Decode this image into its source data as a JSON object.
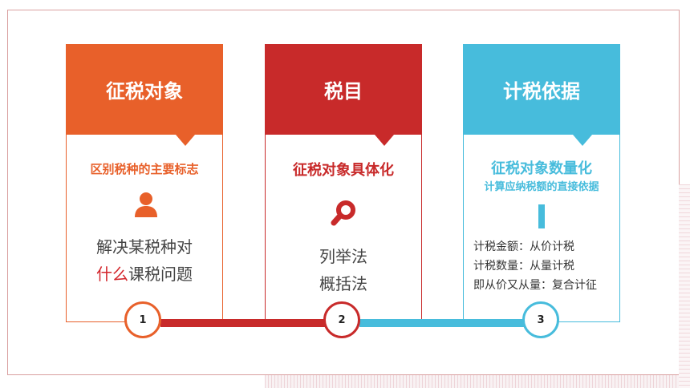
{
  "colors": {
    "orange": "#e8602a",
    "red": "#c82a2a",
    "cyan": "#47bcdc"
  },
  "cards": [
    {
      "title": "征税对象",
      "subtitle": "区别税种的主要标志",
      "icon": "person-icon",
      "line1": "解决某税种对",
      "line2_em": "什么",
      "line2_rest": "课税问题",
      "step": "1"
    },
    {
      "title": "税目",
      "subtitle": "征税对象具体化",
      "icon": "search-icon",
      "line1": "列举法",
      "line2": "概括法",
      "step": "2"
    },
    {
      "title": "计税依据",
      "subtitle": "征税对象数量化",
      "subtitle2": "计算应纳税额的直接依据",
      "icon": "bar-icon",
      "items": [
        "计税金额：从价计税",
        "计税数量：从量计税",
        "即从价又从量：复合计征"
      ],
      "step": "3"
    }
  ]
}
